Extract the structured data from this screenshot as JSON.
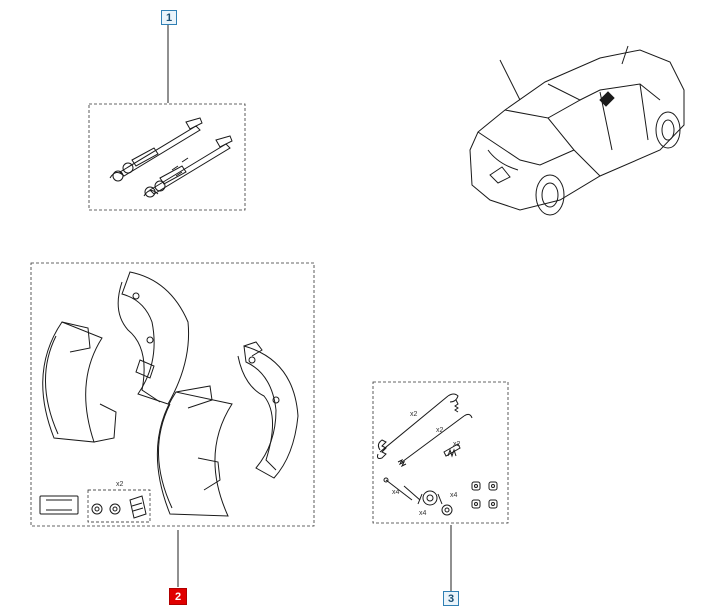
{
  "callouts": [
    {
      "label": "1",
      "state": "normal"
    },
    {
      "label": "2",
      "state": "selected"
    },
    {
      "label": "3",
      "state": "normal"
    }
  ],
  "quantities": {
    "group2_cylinder": "x2",
    "group3_spring_long": "x2",
    "group3_spring_mid": "x2",
    "group3_spring_short": "x2",
    "group3_pin": "x4",
    "group3_cup": "x4",
    "group3_washer": "x4"
  },
  "colors": {
    "line": "#1a1a1a",
    "callout_border": "#2f7fb4",
    "callout_selected": "#e00000"
  }
}
